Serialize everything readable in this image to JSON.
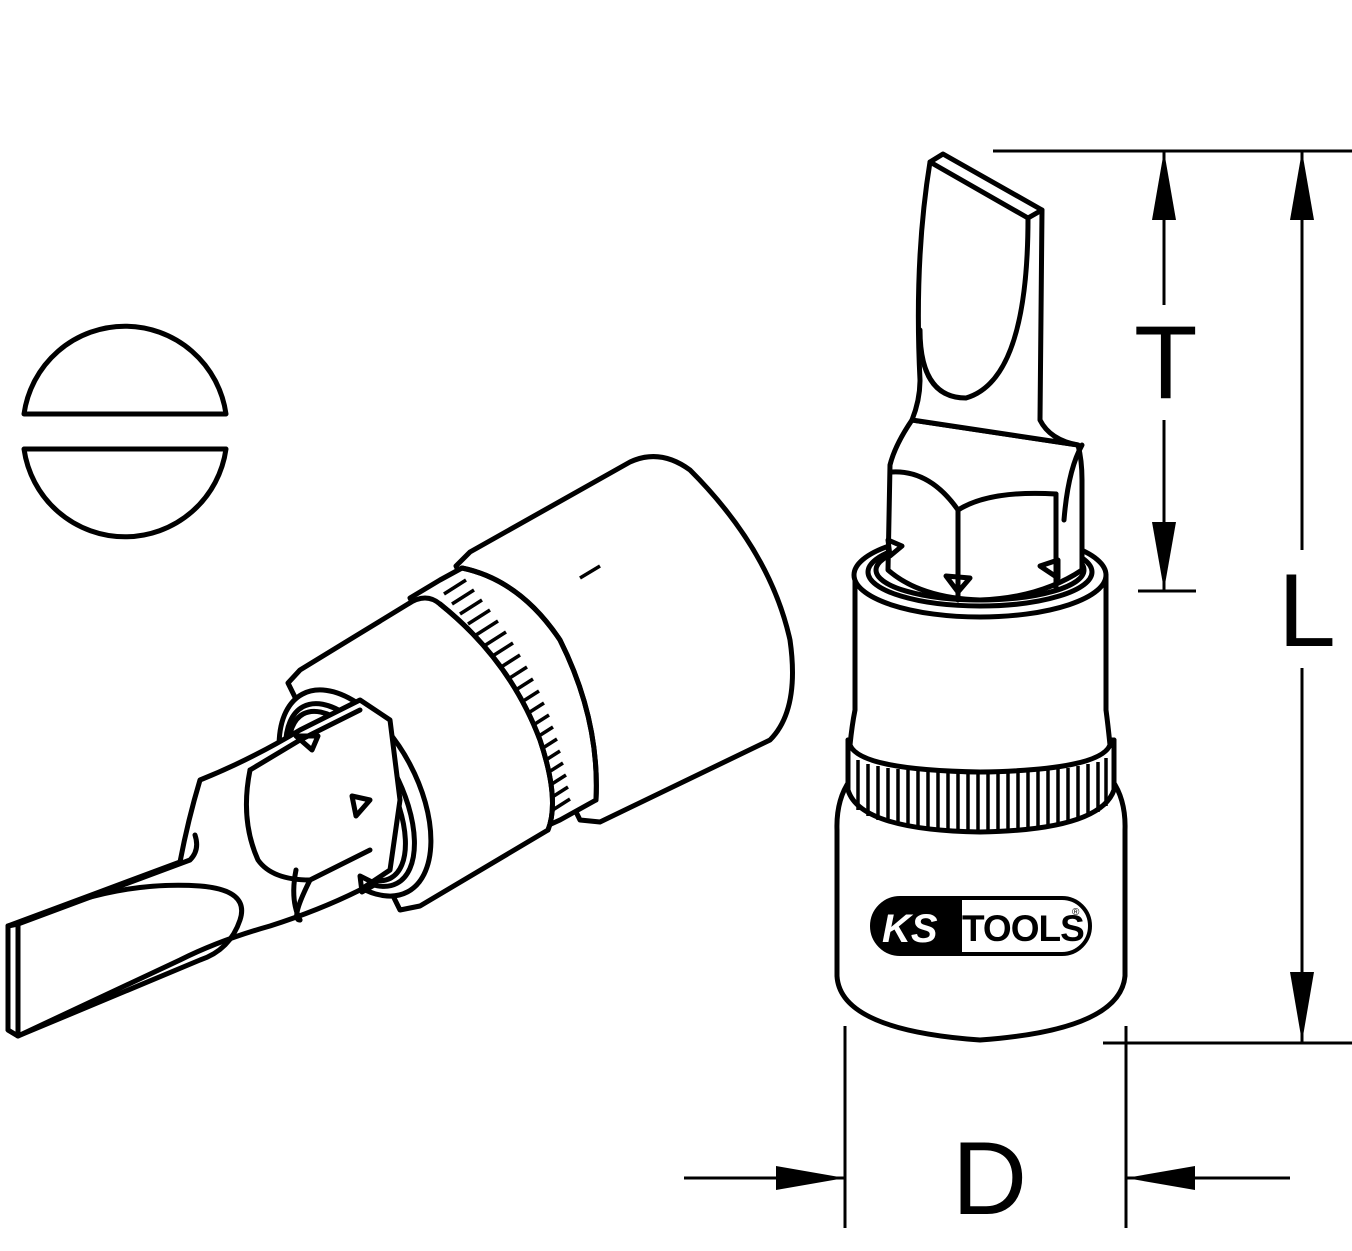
{
  "drawing": {
    "subject": "Slotted screwdriver bit socket",
    "views": [
      "angled view",
      "upright view"
    ],
    "symbol": "slotted-screw-head-symbol"
  },
  "brand": {
    "logo_left": "KS",
    "logo_right": "TOOLS",
    "registered_mark": "®"
  },
  "dimensions": {
    "tip_length_label": "T",
    "overall_length_label": "L",
    "diameter_label": "D"
  },
  "colors": {
    "line": "#000000",
    "background": "#ffffff"
  }
}
